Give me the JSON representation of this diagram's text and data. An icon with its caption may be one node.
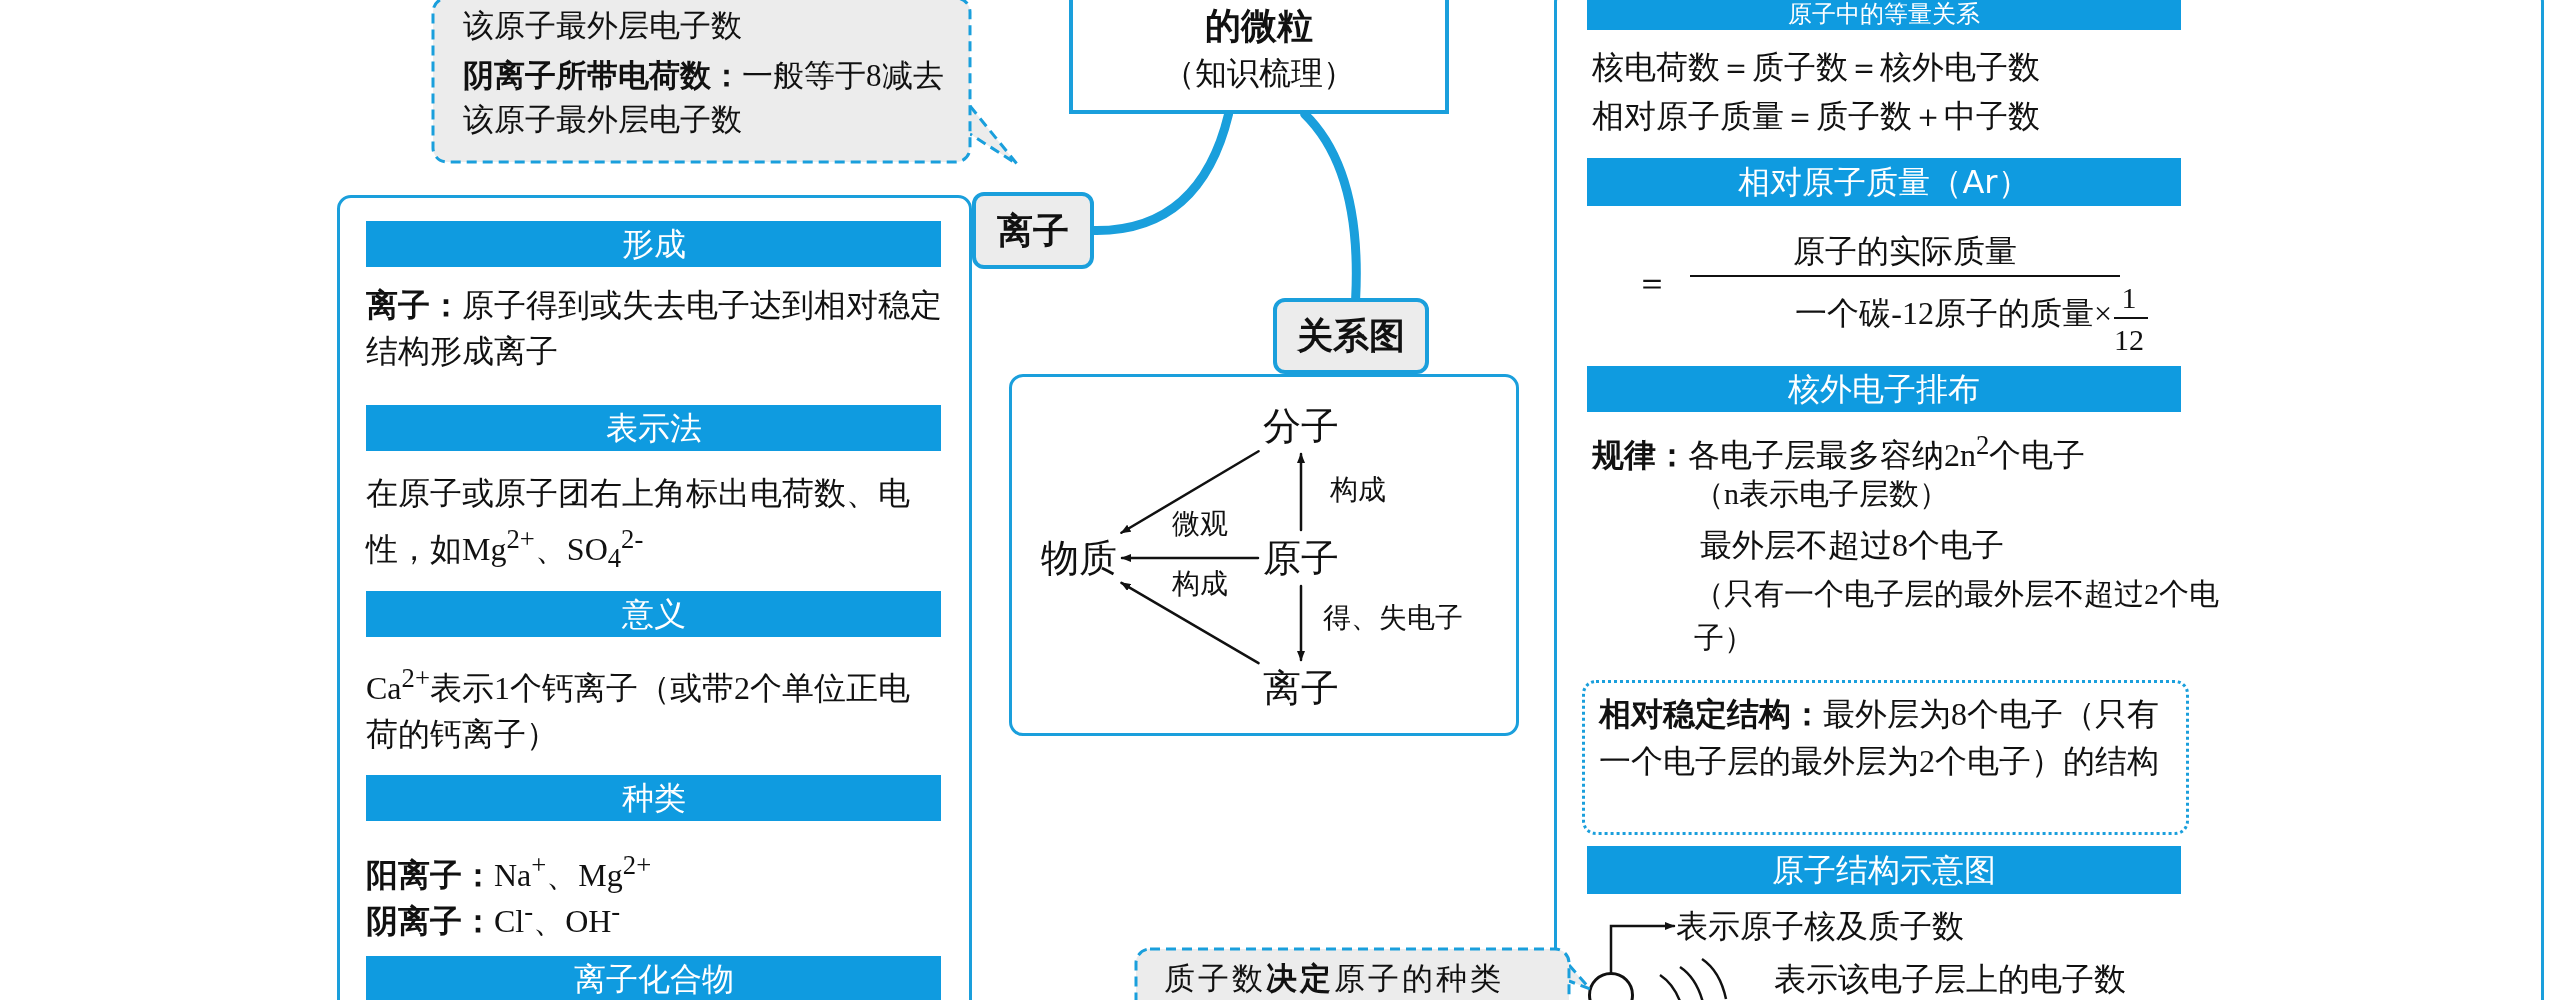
{
  "diagram": {
    "nodes": [
      {
        "text": [
          "的微粒",
          "（知识梳理）"
        ]
      },
      {
        "text": [
          "该原子最外层电子数",
          "**阴离子所带电荷数：**一般等于8减去该原子最外层电子数"
        ]
      },
      {
        "text": [
          "离子"
        ]
      },
      {
        "text": [],
        "shape": "box"
      },
      {
        "text": [
          "形成"
        ],
        "in": 3
      },
      {
        "text": [
          "表示法"
        ],
        "in": 3
      },
      {
        "text": [
          "意义"
        ],
        "in": 3
      },
      {
        "text": [
          "种类"
        ],
        "in": 3
      },
      {
        "text": [
          "离子化合物"
        ],
        "in": 3
      },
      {
        "text": [
          "关系图"
        ]
      },
      {
        "text": [],
        "shape": "box"
      },
      {
        "text": [
          "分子"
        ],
        "in": 10
      },
      {
        "text": [
          "原子"
        ],
        "in": 10
      },
      {
        "text": [
          "离子"
        ],
        "in": 10
      },
      {
        "text": [
          "物质"
        ],
        "in": 10
      },
      {
        "text": [],
        "shape": "box"
      },
      {
        "text": [
          "原子中的等量关系"
        ],
        "in": 15
      },
      {
        "text": [
          "相对原子质量（Ar）"
        ],
        "in": 15
      },
      {
        "text": [
          "核外电子排布"
        ],
        "in": 15
      },
      {
        "text": [
          "**相对稳定结构：**最外层为8个电子（只有一个电子层的最外层为2个电子）的结构"
        ],
        "in": 15
      },
      {
        "text": [
          "原子结构示意图"
        ],
        "in": 15
      },
      {
        "text": [],
        "shape": "circle",
        "in": 15
      },
      {
        "text": [
          "表示原子核及质子数"
        ],
        "in": 15
      },
      {
        "text": [
          "质子数**决定**原子的种类"
        ]
      }
    ],
    "edges": [
      {
        "from": 0,
        "to": 2,
        "arrow": "none",
        "style": "thick",
        "color": "#1a9fdc"
      },
      {
        "from": 0,
        "to": 9,
        "arrow": "none",
        "style": "thick",
        "color": "#1a9fdc"
      },
      {
        "from": 11,
        "to": 14,
        "arrow": "to"
      },
      {
        "from": 12,
        "to": 14,
        "arrow": "to",
        "label": "微观构成"
      },
      {
        "from": 13,
        "to": 14,
        "arrow": "to"
      },
      {
        "from": 12,
        "to": 11,
        "arrow": "to",
        "label": "构成"
      },
      {
        "from": 12,
        "to": 13,
        "arrow": "to",
        "label": "得、失电子"
      },
      {
        "from": 21,
        "to": 22,
        "arrow": "to"
      }
    ],
    "labels": [
      "**离子：**原子得到或失去电子达到相对稳定结构形成离子",
      "在原子或原子团右上角标出电荷数、电性，如Mg$^{2+}$、SO$_{4}$$^{2-}$",
      "Ca$^{2+}$表示1个钙离子（或带2个单位正电荷的钙离子）",
      "**阳离子：**Na$^{+}$、Mg$^{2+}$",
      "**阴离子：**Cl$^{-}$、OH$^{-}$",
      "核电荷数＝质子数＝核外电子数",
      "相对原子质量＝质子数＋中子数",
      "＝",
      "原子的实际质量",
      "一个碳-12原子的质量×",
      "1",
      "12",
      "**规律：**各电子层最多容纳2n$^{2}$个电子",
      "（n表示电子层数）",
      "最外层不超过8个电子",
      "（只有一个电子层的最外层不超过2个电子）",
      "表示该电子层上的电子数"
    ]
  }
}
